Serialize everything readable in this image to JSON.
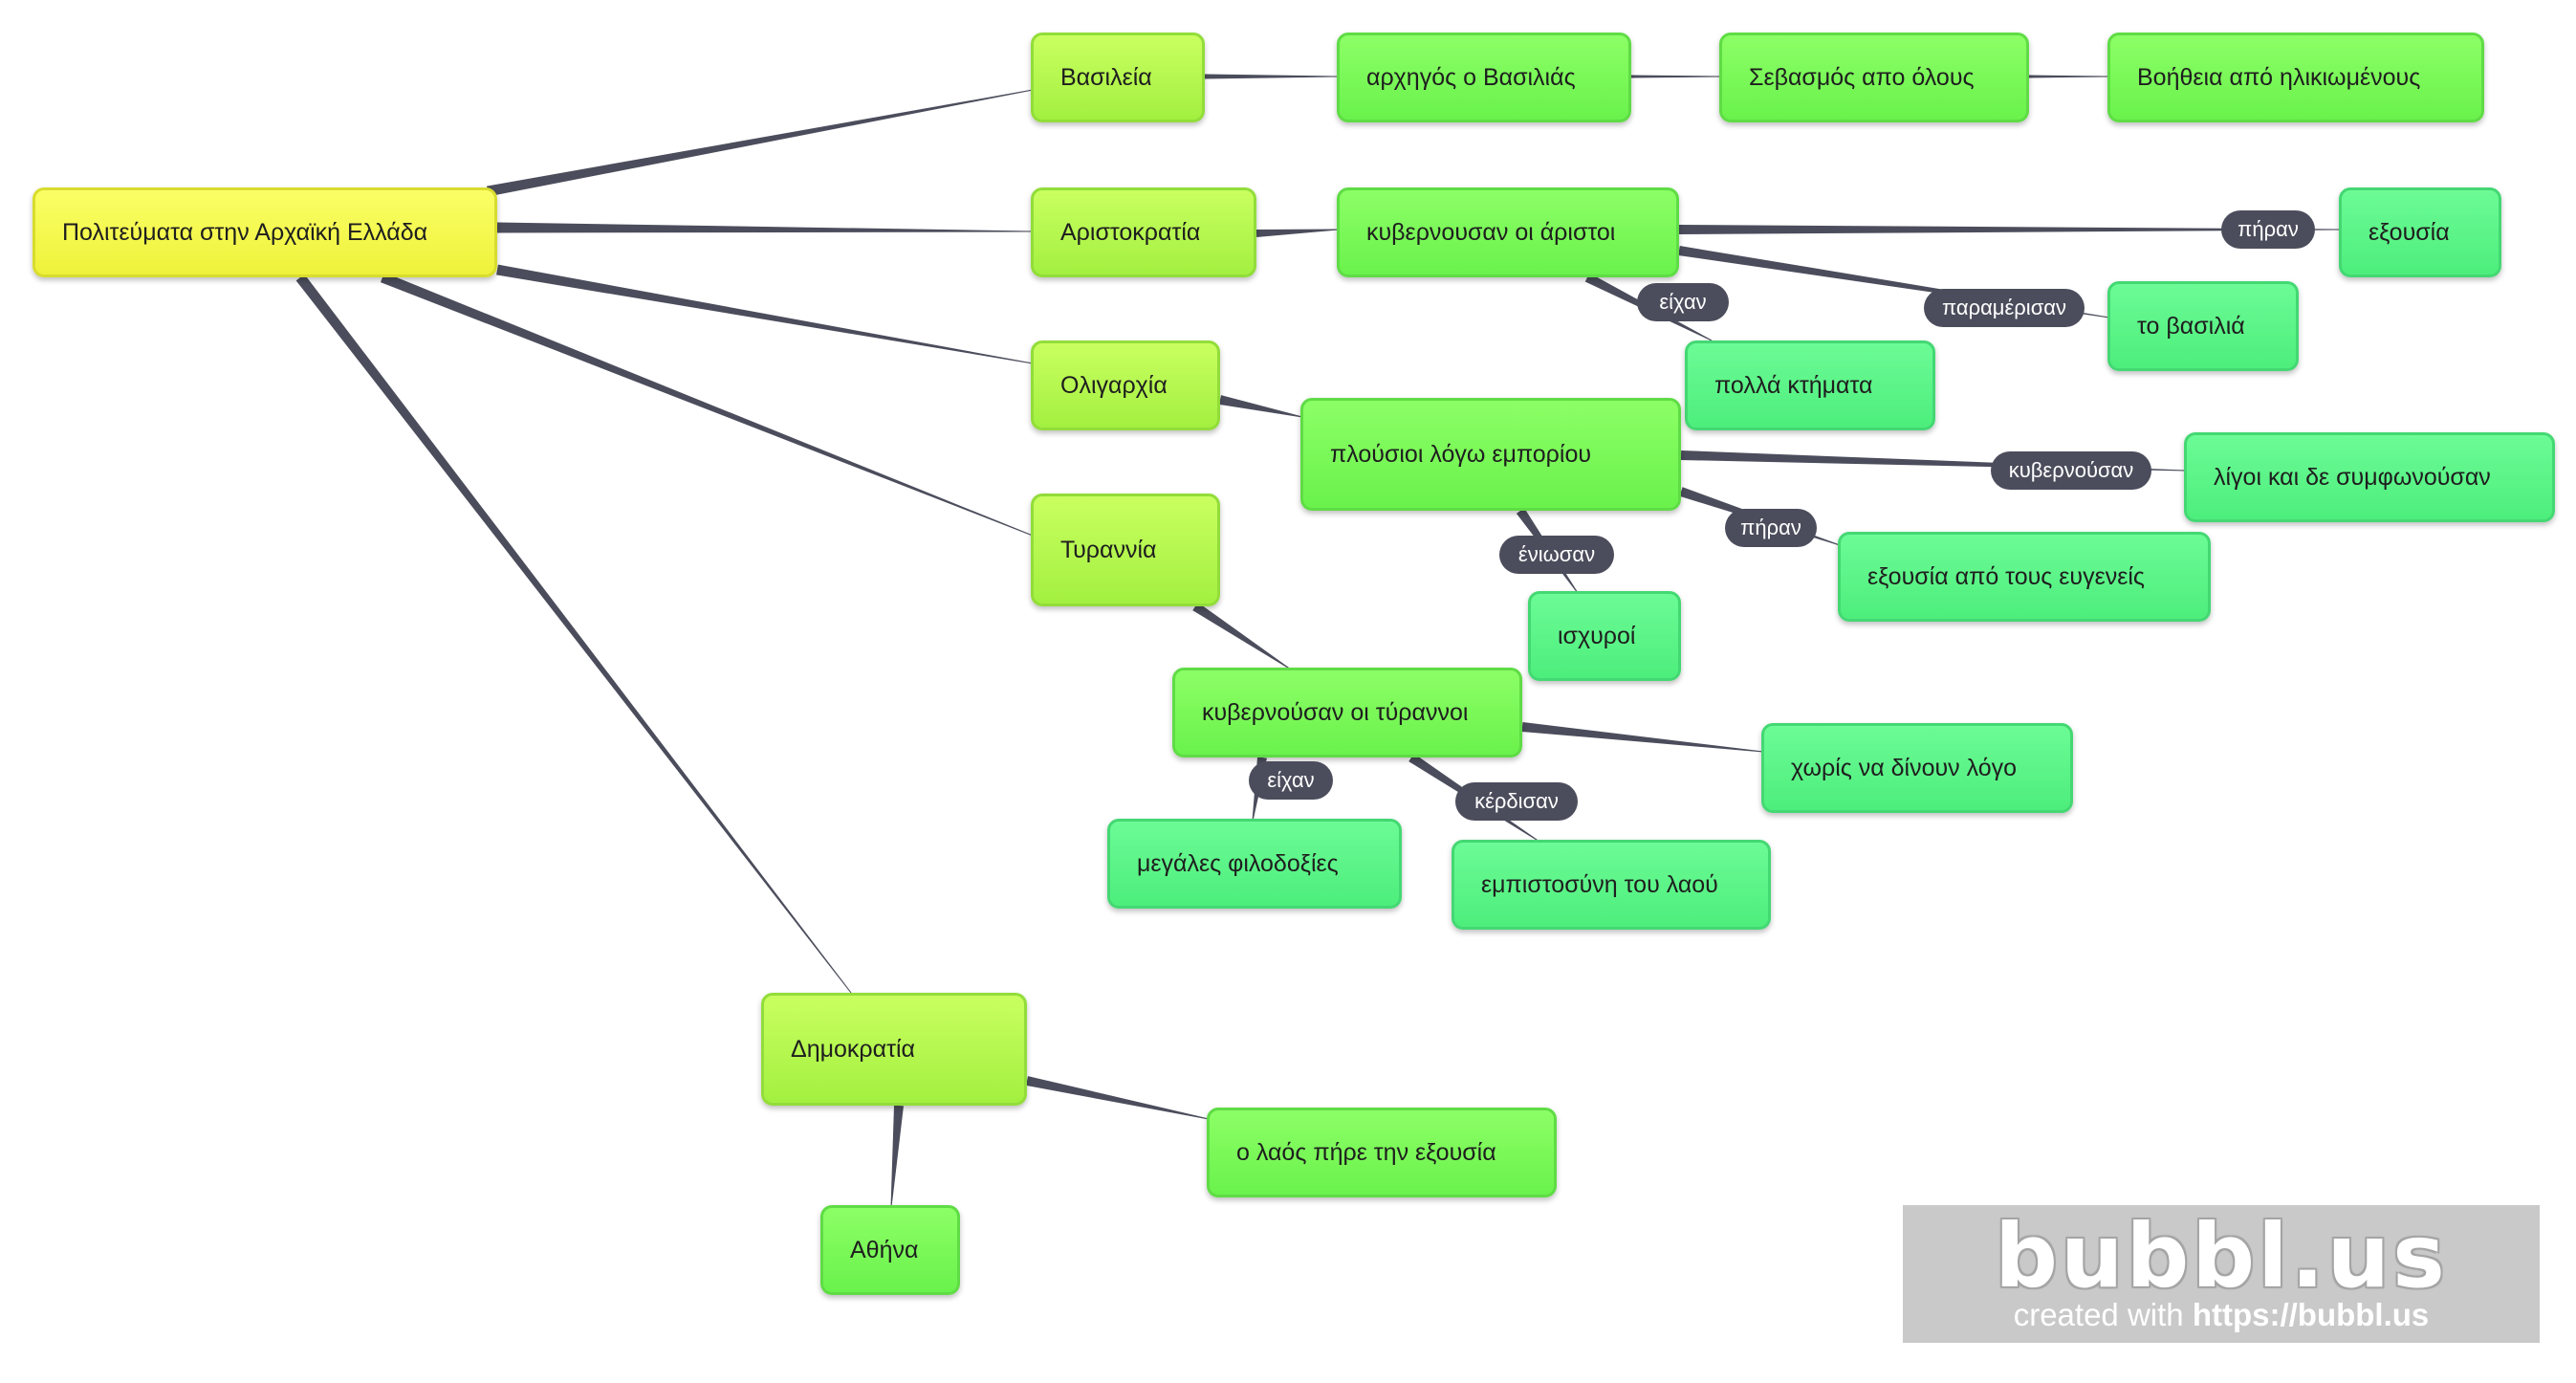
{
  "nodes": [
    {
      "id": "root",
      "label": "Πολιτεύματα στην Αρχαϊκή Ελλάδα",
      "level": 0
    },
    {
      "id": "vasileia",
      "label": "Βασιλεία",
      "level": 1
    },
    {
      "id": "aristokratia",
      "label": "Αριστοκρατία",
      "level": 1
    },
    {
      "id": "oligarxia",
      "label": "Ολιγαρχία",
      "level": 1
    },
    {
      "id": "tyrannia",
      "label": "Τυραννία",
      "level": 1
    },
    {
      "id": "dimokratia",
      "label": "Δημοκρατία",
      "level": 1
    },
    {
      "id": "arxigos",
      "label": "αρχηγός ο Βασιλιάς",
      "level": 2
    },
    {
      "id": "sevasmos",
      "label": "Σεβασμός απο όλους",
      "level": 2
    },
    {
      "id": "voitheia",
      "label": "Βοήθεια από ηλικιωμένους",
      "level": 2
    },
    {
      "id": "kyvernousan_aristoi",
      "label": "κυβερνουσαν οι άριστοι",
      "level": 2
    },
    {
      "id": "exousia",
      "label": "εξουσία",
      "level": 3
    },
    {
      "id": "to_vasilia",
      "label": "το βασιλιά",
      "level": 3
    },
    {
      "id": "polla_ktimata",
      "label": "πολλά κτήματα",
      "level": 3
    },
    {
      "id": "plousioi",
      "label": "πλούσιοι λόγω εμπορίου",
      "level": 2
    },
    {
      "id": "ligoi",
      "label": "λίγοι και δε συμφωνούσαν",
      "level": 3
    },
    {
      "id": "exousia_eugeneis",
      "label": "εξουσία από τους ευγενείς",
      "level": 3
    },
    {
      "id": "isxyroi",
      "label": "ισχυροί",
      "level": 3
    },
    {
      "id": "tyrannoi",
      "label": "κυβερνούσαν οι τύραννοι",
      "level": 2
    },
    {
      "id": "xoris",
      "label": "χωρίς να δίνουν λόγο",
      "level": 3
    },
    {
      "id": "filodoxies",
      "label": "μεγάλες φιλοδοξίες",
      "level": 3
    },
    {
      "id": "empistosyni",
      "label": "εμπιστοσύνη του λαού",
      "level": 3
    },
    {
      "id": "laos",
      "label": "ο λαός πήρε την εξουσία",
      "level": 2
    },
    {
      "id": "athina",
      "label": "Αθήνα",
      "level": 2
    }
  ],
  "edges": [
    {
      "from": "root",
      "to": "vasileia",
      "label": ""
    },
    {
      "from": "root",
      "to": "aristokratia",
      "label": ""
    },
    {
      "from": "root",
      "to": "oligarxia",
      "label": ""
    },
    {
      "from": "root",
      "to": "tyrannia",
      "label": ""
    },
    {
      "from": "root",
      "to": "dimokratia",
      "label": ""
    },
    {
      "from": "vasileia",
      "to": "arxigos",
      "label": ""
    },
    {
      "from": "arxigos",
      "to": "sevasmos",
      "label": ""
    },
    {
      "from": "sevasmos",
      "to": "voitheia",
      "label": ""
    },
    {
      "from": "aristokratia",
      "to": "kyvernousan_aristoi",
      "label": ""
    },
    {
      "from": "kyvernousan_aristoi",
      "to": "exousia",
      "label": "πήραν"
    },
    {
      "from": "kyvernousan_aristoi",
      "to": "to_vasilia",
      "label": "παραμέρισαν"
    },
    {
      "from": "kyvernousan_aristoi",
      "to": "polla_ktimata",
      "label": "είχαν"
    },
    {
      "from": "oligarxia",
      "to": "plousioi",
      "label": ""
    },
    {
      "from": "plousioi",
      "to": "ligoi",
      "label": "κυβερνούσαν"
    },
    {
      "from": "plousioi",
      "to": "exousia_eugeneis",
      "label": "πήραν"
    },
    {
      "from": "plousioi",
      "to": "isxyroi",
      "label": "ένιωσαν"
    },
    {
      "from": "tyrannia",
      "to": "tyrannoi",
      "label": ""
    },
    {
      "from": "tyrannoi",
      "to": "xoris",
      "label": ""
    },
    {
      "from": "tyrannoi",
      "to": "filodoxies",
      "label": "είχαν"
    },
    {
      "from": "tyrannoi",
      "to": "empistosyni",
      "label": "κέρδισαν"
    },
    {
      "from": "dimokratia",
      "to": "laos",
      "label": ""
    },
    {
      "from": "dimokratia",
      "to": "athina",
      "label": ""
    }
  ],
  "watermark": {
    "logo": "bubbl.us",
    "prefix": "created with",
    "url": "https://bubbl.us"
  },
  "colors": {
    "root": "#f4f84a",
    "level1": "#b3f54d",
    "level2": "#78f556",
    "level3": "#58f285",
    "connector": "#4b4d5c",
    "label_bg": "#4b4d5c"
  }
}
